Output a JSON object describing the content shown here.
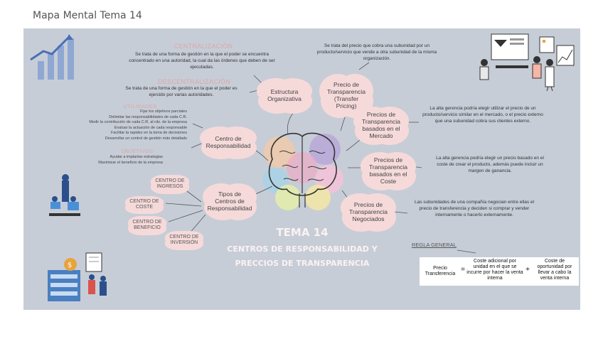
{
  "page": {
    "title": "Mapa Mental Tema 14"
  },
  "center": {
    "tema": "TEMA 14",
    "subtitle_line1": "CENTROS DE RESPONSABILIDAD Y",
    "subtitle_line2": "PRECCIOS DE TRANSPARENCIA"
  },
  "left": {
    "centralizacion_title": "CENTRALIZACIÓN",
    "centralizacion_text": "Se trata de una forma de gestión en la que el poder se encuentra concentrado en una autoridad, la cual da las órdenes que deben de ser ejecutadas.",
    "descentralizacion_title": "DESCENTRALIZACIÓN",
    "descentralizacion_text": "Se trata de una forma de gestión en la que el poder es ejercido por varias autoridades.",
    "estructura": "Estructura Organizativa",
    "utilidades_title": "UTILIDADES",
    "utilidades": [
      "Fijar los objetivos parciales",
      "Delimitar las responsabilidades de cada C.R.",
      "Medir la contribución de cada C.R. al rdo. de la empresa",
      "Evaluar la actuación de cada responsable",
      "Facilitar la rapidez en la toma de decisiones",
      "Desarrollar un control de gestión más detallado"
    ],
    "objetivos_title": "OBJETIVOS",
    "objetivos": [
      "Ayudar a implantar estrategias",
      "Maximizar el beneficio de la empresa"
    ],
    "centro_resp": "Centro de Responsabilidad",
    "tipos": "Tipos de Centros de Responsabilidad",
    "tipos_list": [
      "CENTRO DE INGRESOS",
      "CENTRO DE COSTE",
      "CENTRO DE BENEFICIO",
      "CENTRO DE INVERSIÓN"
    ]
  },
  "right": {
    "precio_def": "Se trata del precio que cobra una subunidad por un producto/servicio que vende a otra subunidad de la misma organización.",
    "precio_transf": "Precio de Transparencia (Transfer Pricing)",
    "mercado": "Precios de Transparencia basados en el Mercado",
    "mercado_text": "La alta gerencia podría elegir utilizar el precio de un producto/servicio similar en el mercado, o el precio externo que una subunidad cobra sus clientes externo.",
    "coste": "Precios de Transparencia basados en el Coste",
    "coste_text": "La alta gerencia podría elegir un precio basado en el coste de crear el producto, además puede incluir un margen de ganancia.",
    "negociados": "Precios de Transparencia Negociados",
    "negociados_text": "Las subunidades de una compañía negocian entre ellas el precio de transferencia y deciden si comprar y vender internamente o hacerlo externamente.",
    "regla_title": "REGLA GENERAL",
    "formula": {
      "lhs": "Precio Transferencia",
      "eq": "=",
      "term1": "Coste adicional por unidad en el que se incurre por hacer la venta interna",
      "plus": "+",
      "term2": "Coste de oportunidad por llevar a cabo la venta interna"
    }
  },
  "colors": {
    "background": "#c7cdd7",
    "cloud": "#f6dada",
    "accent_pink": "#d9a8a8",
    "title_text": "#fbf2f2"
  }
}
